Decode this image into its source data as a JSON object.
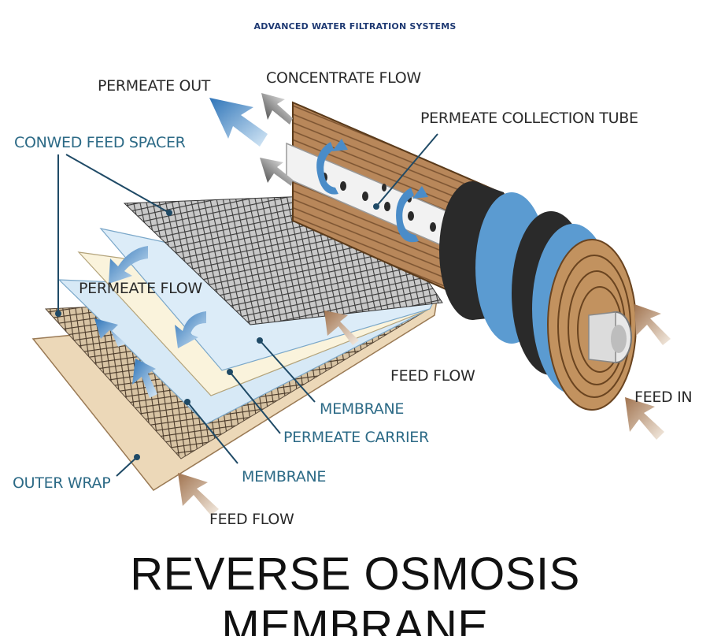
{
  "brand": "ADVANCED WATER FILTRATION SYSTEMS",
  "title": "REVERSE OSMOSIS MEMBRANE",
  "labels": {
    "permeate_out": "PERMEATE OUT",
    "concentrate_flow": "CONCENTRATE FLOW",
    "permeate_collection_tube": "PERMEATE COLLECTION TUBE",
    "conwed_feed_spacer": "CONWED FEED SPACER",
    "permeate_flow": "PERMEATE FLOW",
    "feed_flow_right": "FEED FLOW",
    "feed_in": "FEED IN",
    "membrane_upper": "MEMBRANE",
    "permeate_carrier": "PERMEATE CARRIER",
    "membrane_lower": "MEMBRANE",
    "outer_wrap": "OUTER WRAP",
    "feed_flow_bottom": "FEED FLOW"
  },
  "colors": {
    "label_dark": "#2a2a2a",
    "label_teal": "#2c6a86",
    "brand": "#1f3a73",
    "membrane_blue": "#5b9bd1",
    "tube_wood": "#b8875a",
    "wrap_tan": "#e8cfa8",
    "arrow_tan": "#b68c68"
  }
}
